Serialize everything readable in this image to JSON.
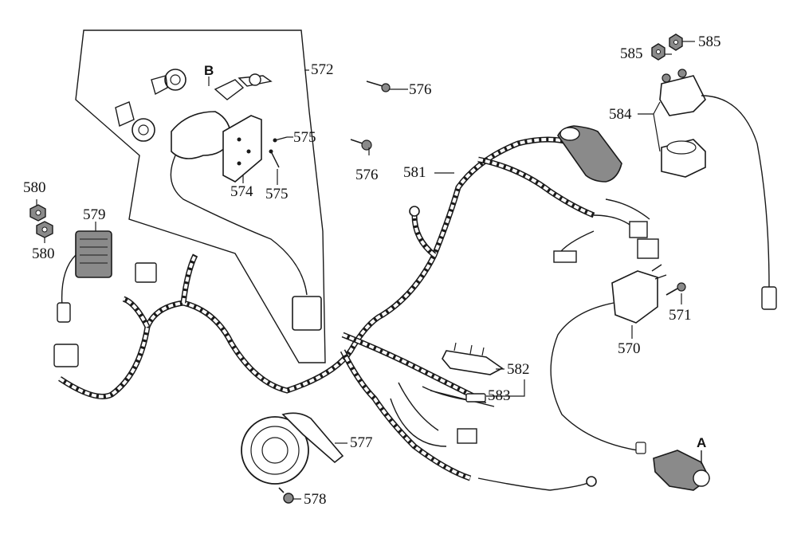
{
  "diagram": {
    "callouts": {
      "p572": "572",
      "p576a": "576",
      "p576b": "576",
      "p575a": "575",
      "p575b": "575",
      "p574": "574",
      "p585a": "585",
      "p585b": "585",
      "p584": "584",
      "p581": "581",
      "p580a": "580",
      "p580b": "580",
      "p579": "579",
      "p571": "571",
      "p570": "570",
      "p582": "582",
      "p583": "583",
      "p577": "577",
      "p578": "578"
    },
    "markers": {
      "a": "A",
      "b": "B"
    }
  }
}
